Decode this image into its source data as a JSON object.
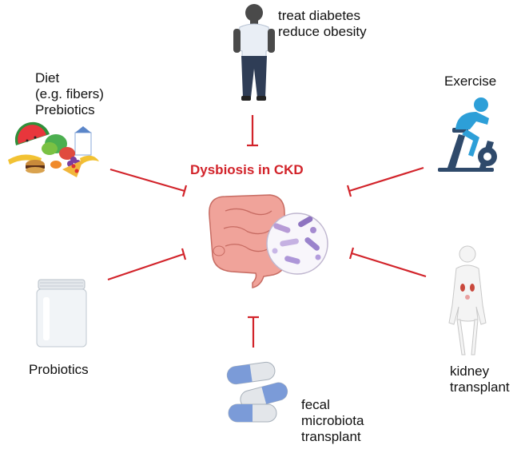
{
  "center": {
    "title": "Dysbiosis in CKD"
  },
  "labels": {
    "obesity": [
      "treat diabetes",
      "reduce obesity"
    ],
    "diet": [
      "Diet",
      "(e.g. fibers)",
      "Prebiotics"
    ],
    "exercise": [
      "Exercise"
    ],
    "probiotics": [
      "Probiotics"
    ],
    "fmt": [
      "fecal",
      "microbiota",
      "transplant"
    ],
    "kidney": [
      "kidney",
      "transplant"
    ]
  },
  "colors": {
    "inhibitor": "#d2232a",
    "title": "#d2232a"
  },
  "icons": {
    "obesity": "person-icon",
    "diet": "food-icon",
    "exercise": "exercise-bike-icon",
    "probiotics": "jar-icon",
    "fmt": "capsule-icon",
    "kidney": "human-kidney-icon",
    "center": "intestine-icon",
    "microbes": "bacteria-icon"
  }
}
